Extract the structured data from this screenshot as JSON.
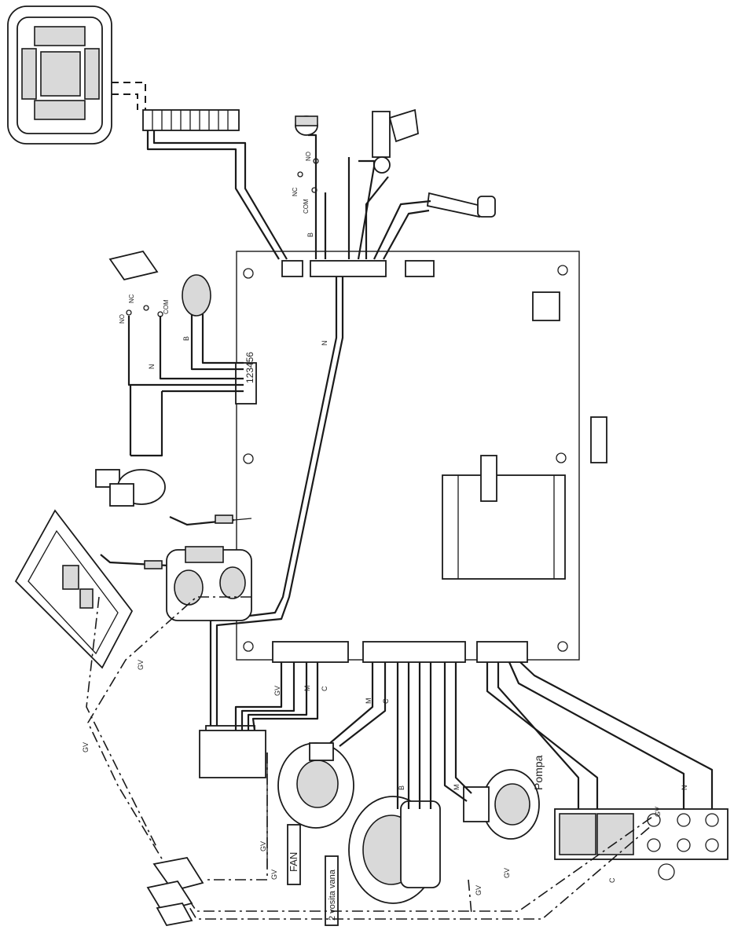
{
  "connectors": {
    "terminal_block": "123456"
  },
  "labels": {
    "pompa": "Pompa",
    "fan": "FAN",
    "gas_valve": "2 vosita vana",
    "switch_no": "NO",
    "switch_nc": "NC",
    "switch_com": "COM",
    "switch2_no": "NO",
    "switch2_nc": "NC",
    "switch2_com": "COM"
  },
  "wire_codes": {
    "gv_1": "GV",
    "gv_2": "GV",
    "gv_3": "GV",
    "gv_4": "GV",
    "gv_5": "GV",
    "gv_6": "GV",
    "gv_7": "GV",
    "gv_8": "GV",
    "m_1": "M",
    "m_2": "M",
    "m_3": "M",
    "c_1": "C",
    "c_2": "C",
    "c_3": "C",
    "n_1": "N",
    "n_2": "N",
    "n_3": "N",
    "b_1": "B",
    "b_2": "B",
    "b_3": "B"
  },
  "colors": {
    "line": "#1a1a1a",
    "background": "#ffffff"
  }
}
